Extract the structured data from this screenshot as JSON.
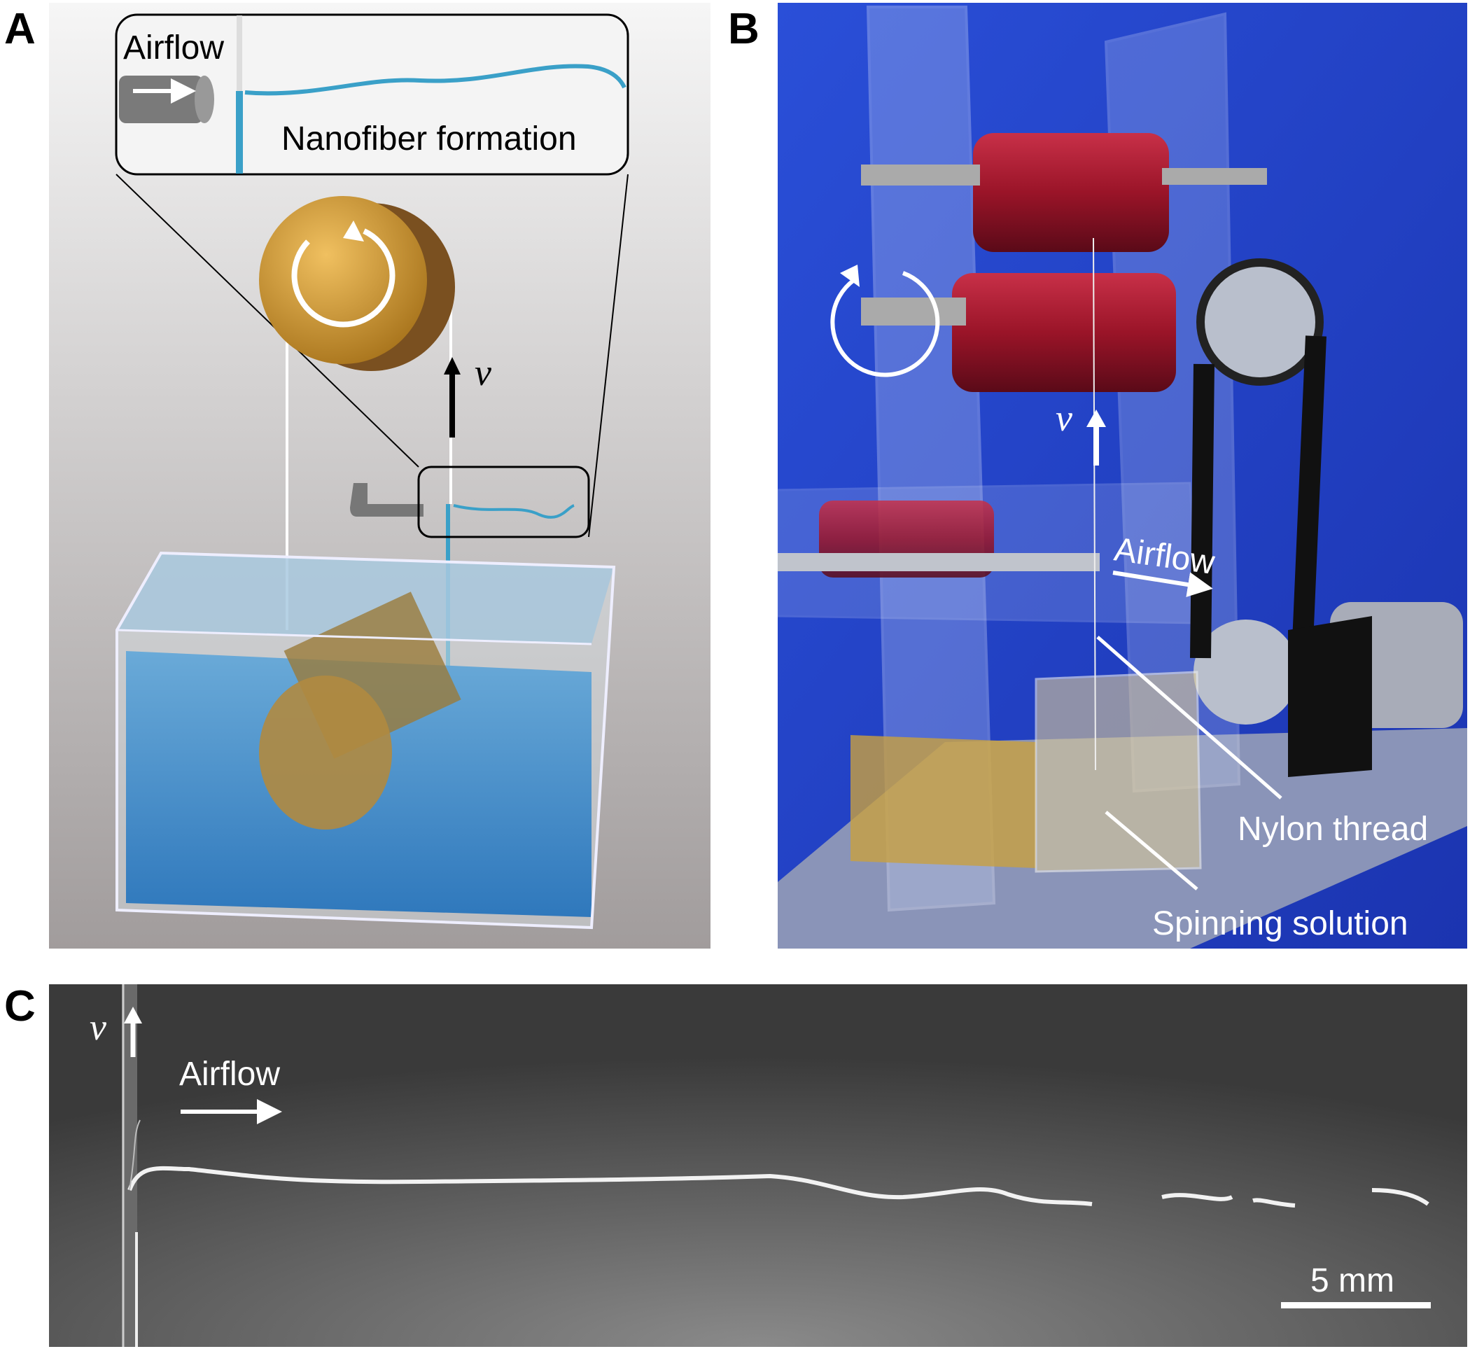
{
  "panels": {
    "a": {
      "label": "A",
      "inset_airflow": "Airflow",
      "inset_caption": "Nanofiber formation",
      "velocity_symbol": "v"
    },
    "b": {
      "label": "B",
      "velocity_symbol": "v",
      "airflow": "Airflow",
      "nylon_thread": "Nylon thread",
      "spinning_solution": "Spinning solution"
    },
    "c": {
      "label": "C",
      "velocity_symbol": "v",
      "airflow": "Airflow",
      "scale_bar": "5 mm"
    }
  },
  "colors": {
    "photo_blue": "#2442c8",
    "roller_red": "#a8182c",
    "gold": "#c8962c",
    "water": "#4a8fc8",
    "fiber_blue": "#3aa0c8"
  }
}
